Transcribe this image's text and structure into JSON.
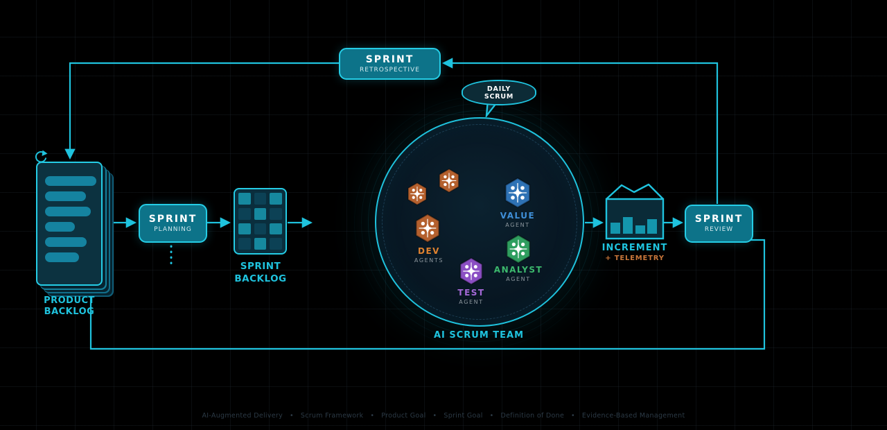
{
  "palette": {
    "accent": "#1fc3de",
    "box_fill": "#0d7389",
    "node_border": "#25cde6",
    "dark_fill": "#0a2b38",
    "orange": "#c8763a"
  },
  "retrospective": {
    "title": "SPRINT",
    "subtitle": "RETROSPECTIVE"
  },
  "planning": {
    "title": "SPRINT",
    "subtitle": "PLANNING"
  },
  "review": {
    "title": "SPRINT",
    "subtitle": "REVIEW"
  },
  "daily_scrum": {
    "line1": "DAILY",
    "line2": "SCRUM"
  },
  "product_backlog": {
    "line1": "PRODUCT",
    "line2": "BACKLOG"
  },
  "sprint_backlog": {
    "line1": "SPRINT",
    "line2": "BACKLOG",
    "cell_light": "#16899f",
    "cell_dark": "#0c4155"
  },
  "increment": {
    "label": "INCREMENT",
    "sublabel": "+ TELEMETRY"
  },
  "team": {
    "label": "AI SCRUM TEAM"
  },
  "agents": [
    {
      "name": "DEV",
      "role": "AGENTS",
      "color": "#b4602e",
      "label_color": "#e0822f"
    },
    {
      "name": "VALUE",
      "role": "AGENT",
      "color": "#2e72b5",
      "label_color": "#3f8fd8"
    },
    {
      "name": "ANALYST",
      "role": "AGENT",
      "color": "#2f9e5f",
      "label_color": "#3cb96d"
    },
    {
      "name": "TEST",
      "role": "AGENT",
      "color": "#8b4fc4",
      "label_color": "#a569d8"
    }
  ],
  "footer": {
    "text": "AI-Augmented Delivery   •   Scrum Framework   •   Product Goal   •   Sprint Goal   •   Definition of Done   •   Evidence-Based Management"
  }
}
